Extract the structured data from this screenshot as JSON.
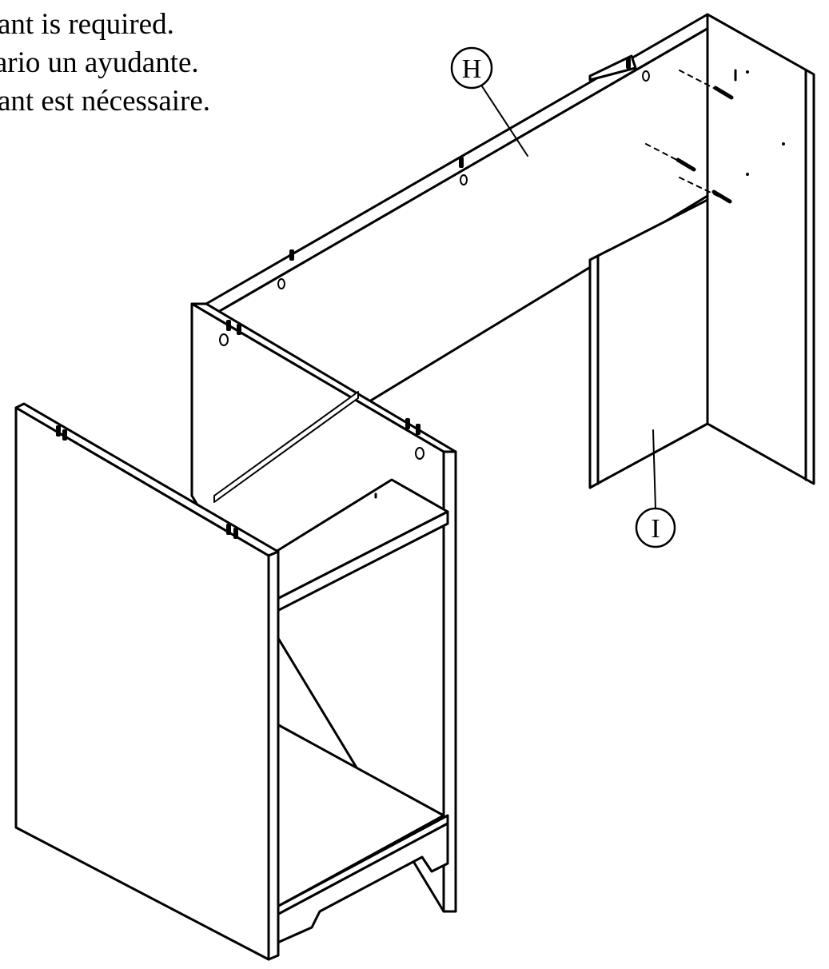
{
  "instructions": {
    "english": "istant is required.",
    "spanish": "esario un ayudante.",
    "french": "istant est nécessaire."
  },
  "parts": {
    "h": {
      "label": "H"
    },
    "i": {
      "label": "I"
    }
  },
  "colors": {
    "line": "#000000",
    "panel": "#ffffff"
  }
}
